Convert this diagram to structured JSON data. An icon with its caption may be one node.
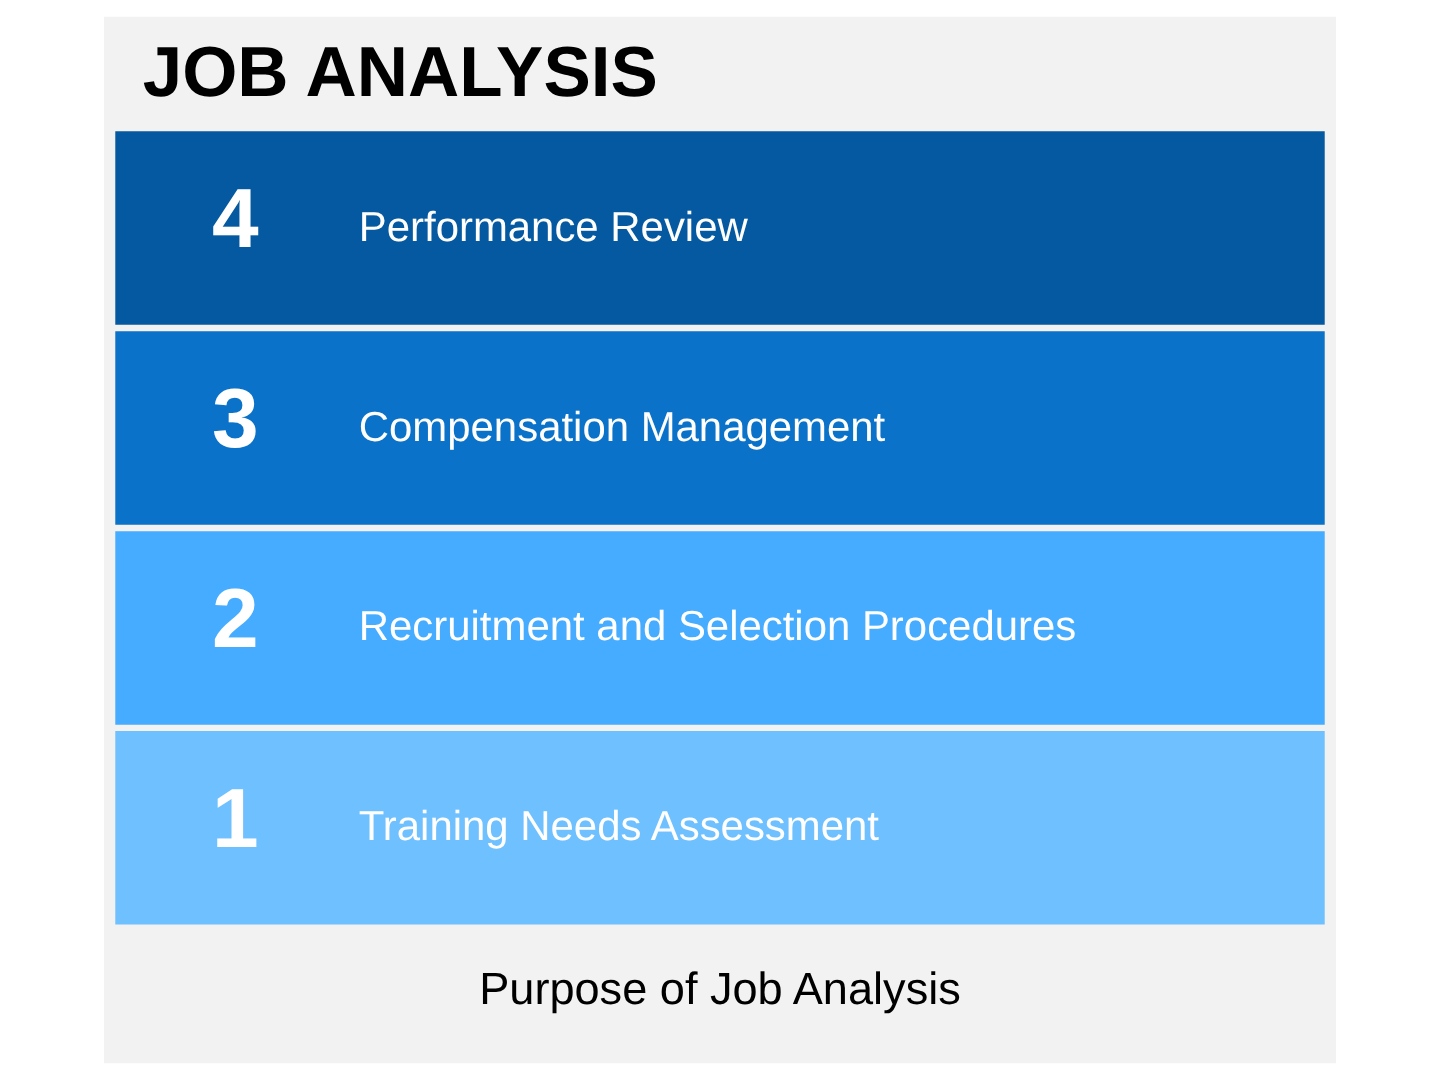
{
  "diagram": {
    "title": "JOB ANALYSIS",
    "nodes": [
      {
        "text": [
          "1",
          "Training Needs Assessment"
        ]
      },
      {
        "text": [
          "2",
          "Recruitment and Selection Procedures"
        ]
      },
      {
        "text": [
          "3",
          "Compensation Management"
        ]
      },
      {
        "text": [
          "4",
          "Performance Review"
        ]
      }
    ],
    "labels": [
      "Purpose of Job Analysis"
    ]
  }
}
